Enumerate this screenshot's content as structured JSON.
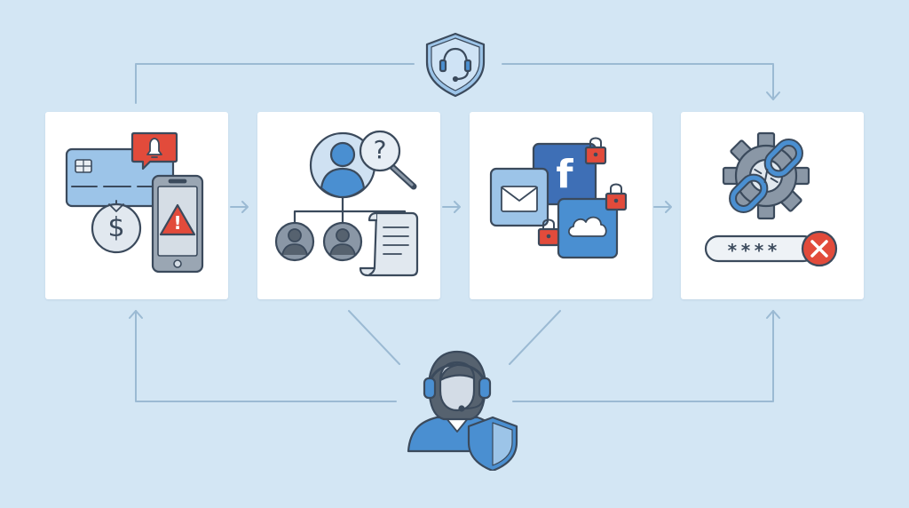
{
  "colors": {
    "background": "#d3e6f4",
    "card": "#ffffff",
    "connector": "#9bbad3",
    "outline": "#3b4a5c",
    "blue": "#4a8fd1",
    "light_blue": "#9cc4e8",
    "alert_red": "#e24b3b",
    "lock_red": "#e24b3b",
    "gray": "#8a97a6"
  },
  "cards": [
    {
      "id": "fraud-alert",
      "icons": [
        "credit-card-icon",
        "bell-icon",
        "dollar-coin-icon",
        "smartphone-icon",
        "warning-icon"
      ]
    },
    {
      "id": "identity-investigation",
      "icons": [
        "user-avatar-icon",
        "magnifier-question-icon",
        "org-chart-icon",
        "document-scroll-icon"
      ]
    },
    {
      "id": "account-lockdown",
      "icons": [
        "email-icon",
        "facebook-icon",
        "cloud-icon",
        "lock-icon"
      ]
    },
    {
      "id": "credential-reset",
      "icons": [
        "gear-icon",
        "broken-chain-icon",
        "password-field-icon",
        "error-x-icon"
      ]
    }
  ],
  "top_badge_icon": "headset-shield-icon",
  "agent_icon": "support-agent-shield-icon",
  "glyphs": {
    "dollar": "$",
    "question": "?",
    "exclamation": "!",
    "facebook": "f",
    "password_mask": "****"
  }
}
